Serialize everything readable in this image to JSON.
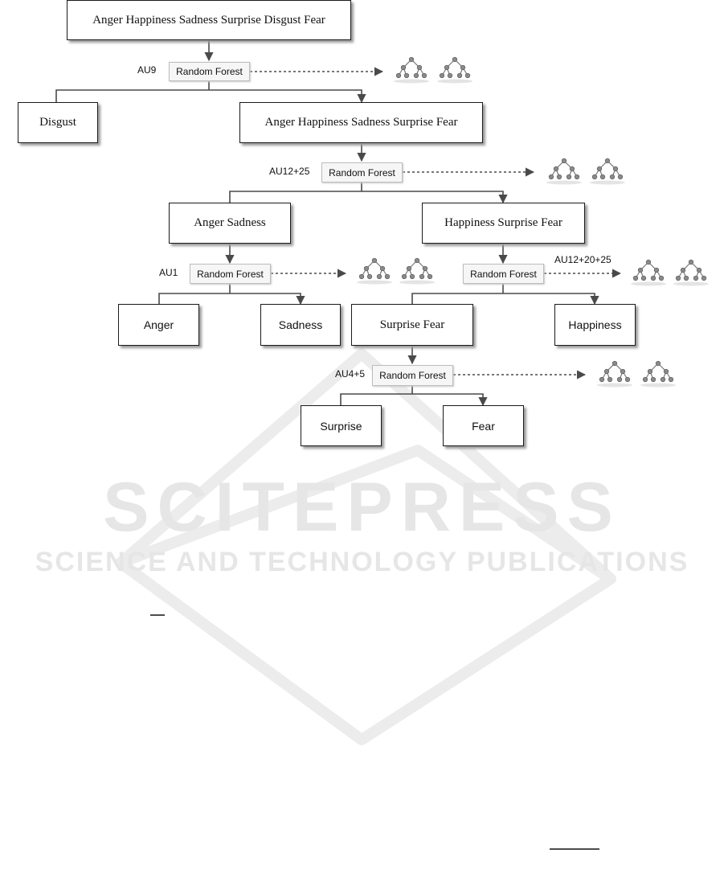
{
  "watermark": {
    "title": "SCITEPRESS",
    "subtitle": "SCIENCE AND TECHNOLOGY PUBLICATIONS"
  },
  "nodes": {
    "root": "Anger Happiness Sadness Surprise Disgust Fear",
    "disgust": "Disgust",
    "level1": "Anger Happiness Sadness Surprise Fear",
    "anger_sadness": "Anger Sadness",
    "happiness_surprise_fear": "Happiness Surprise Fear",
    "anger": "Anger",
    "sadness": "Sadness",
    "surprise_fear": "Surprise Fear",
    "happiness": "Happiness",
    "surprise": "Surprise",
    "fear": "Fear"
  },
  "classifiers": [
    {
      "label": "Random Forest",
      "au": "AU9"
    },
    {
      "label": "Random Forest",
      "au": "AU12+25"
    },
    {
      "label": "Random Forest",
      "au": "AU1"
    },
    {
      "label": "Random Forest",
      "au": "AU12+20+25"
    },
    {
      "label": "Random Forest",
      "au": "AU4+5"
    }
  ],
  "icons": {
    "forest": "decision-tree-icon"
  },
  "colors": {
    "line": "#4a4a4a",
    "box_border": "#1a1a1a",
    "shadow": "#9a9a9a",
    "rf_fill": "#f6f6f6",
    "watermark": "#e6e6e6"
  }
}
